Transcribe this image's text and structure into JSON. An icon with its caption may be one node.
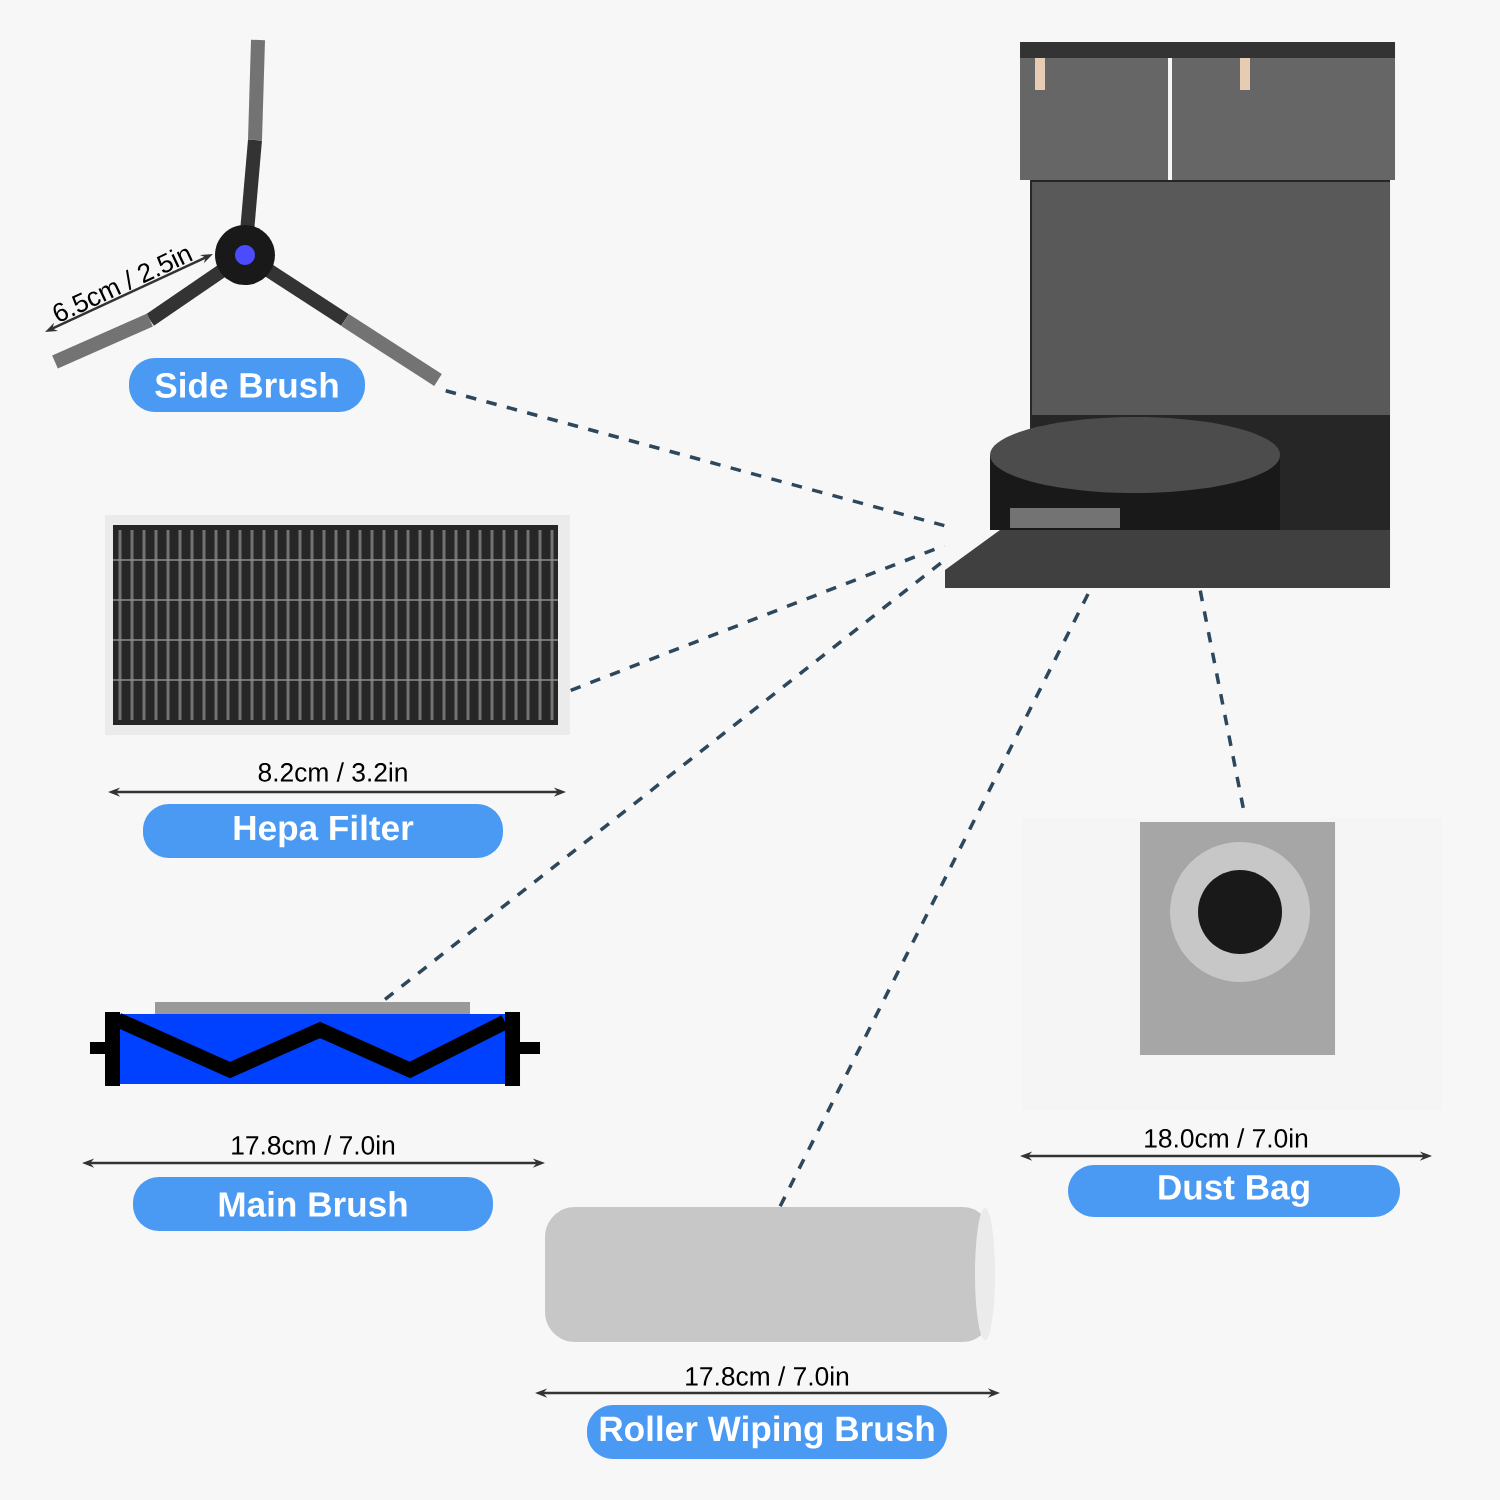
{
  "diagram": {
    "nodes": [
      {
        "text": [],
        "shape": "picture"
      },
      {
        "text": [],
        "shape": "picture"
      },
      {
        "text": [
          "Side Brush"
        ]
      },
      {
        "text": [],
        "shape": "picture"
      },
      {
        "text": [
          "Hepa Filter"
        ]
      },
      {
        "text": [],
        "shape": "picture"
      },
      {
        "text": [
          "Main Brush"
        ]
      },
      {
        "text": [],
        "shape": "picture"
      },
      {
        "text": [
          "Dust Bag"
        ]
      },
      {
        "text": [],
        "shape": "picture"
      },
      {
        "text": [
          "Roller Wiping Brush"
        ]
      }
    ],
    "edges": [
      {
        "from": 1,
        "to": 0,
        "arrow": "none",
        "style": "dashed"
      },
      {
        "from": 3,
        "to": 0,
        "arrow": "none",
        "style": "dashed"
      },
      {
        "from": 5,
        "to": 0,
        "arrow": "none",
        "style": "dashed"
      },
      {
        "from": 9,
        "to": 0,
        "arrow": "none",
        "style": "dashed"
      },
      {
        "from": 0,
        "to": 7,
        "arrow": "none",
        "style": "dashed"
      }
    ],
    "labels": [
      "6.5cm / 2.5in",
      "8.2cm / 3.2in",
      "17.8cm / 7.0in",
      "18.0cm / 7.0in",
      "17.8cm / 7.0in"
    ]
  }
}
